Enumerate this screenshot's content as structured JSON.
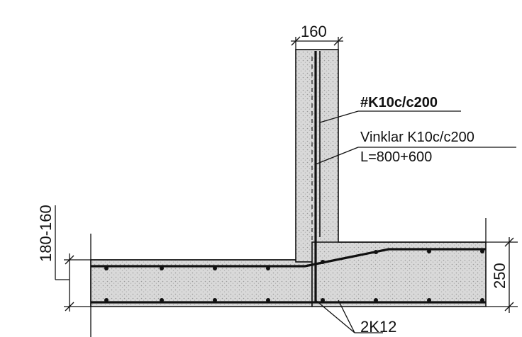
{
  "drawing": {
    "wall_thickness_label": "160",
    "mesh_label": "#K10c/c200",
    "angle_bar_label": "Vinklar K10c/c200",
    "angle_bar_length_label": "L=800+600",
    "slab_thickness_left_label": "180-160",
    "slab_thickness_right_label": "250",
    "bottom_bars_label": "2K12"
  },
  "colors": {
    "line": "#111111",
    "concrete_fill": "#d0d0d0",
    "concrete_fill_light": "#e2e2e2",
    "background": "#ffffff"
  }
}
